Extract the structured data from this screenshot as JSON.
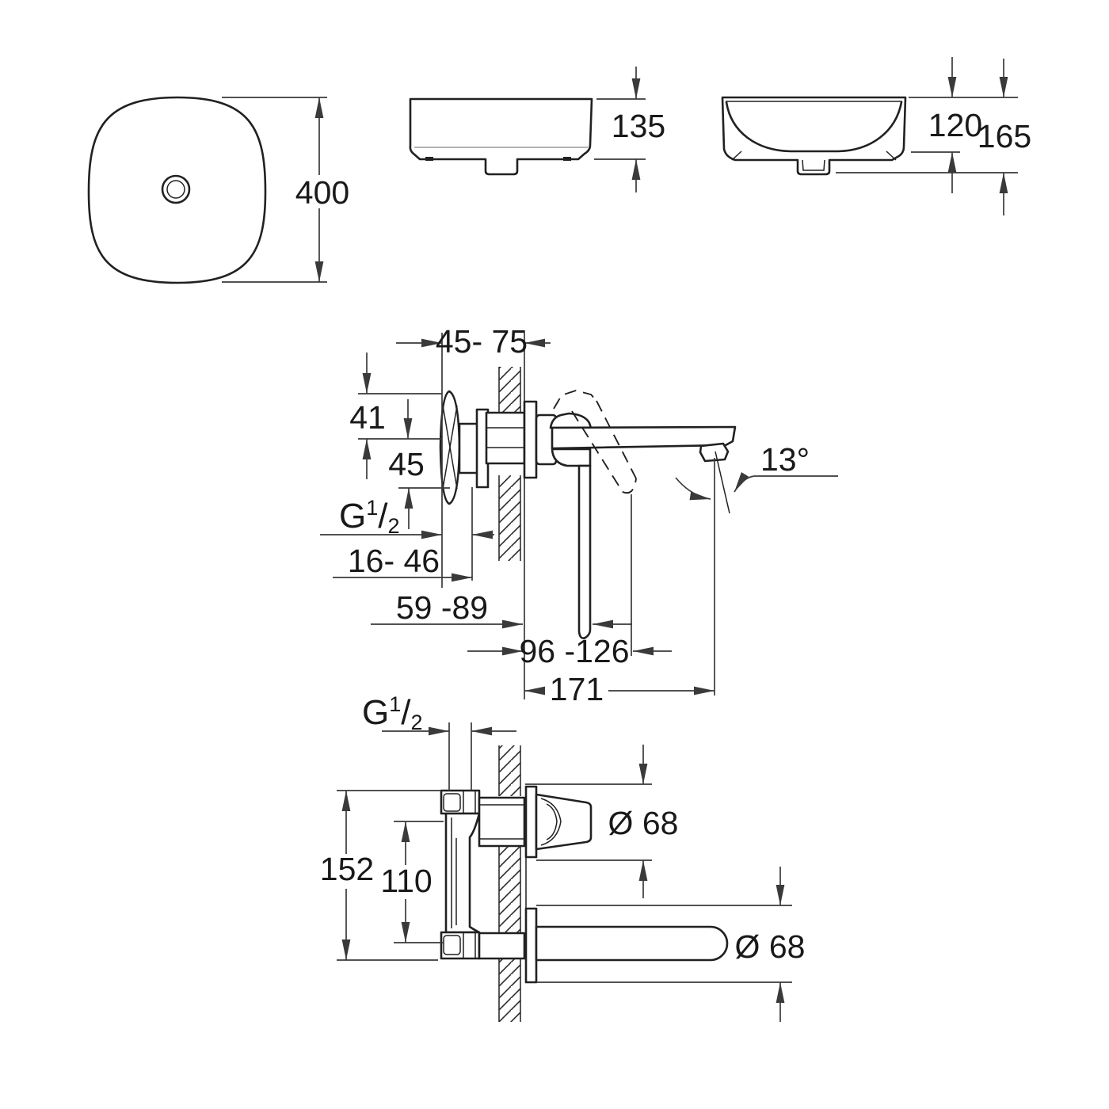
{
  "page": {
    "title": "Basin and wall-mixer installation dimensional drawing",
    "background": "#ffffff"
  },
  "colors": {
    "outline": "#212121",
    "dimension": "#3a3a3a",
    "faint_line": "#9a9a9a",
    "text": "#191919"
  },
  "views": {
    "basin_top": {
      "width": "400"
    },
    "basin_front": {
      "height": "135"
    },
    "basin_section": {
      "bowl_depth": "120",
      "overall_height": "165"
    },
    "mixer": {
      "wall_depth_range": "45- 75",
      "above_axis": "41",
      "below_axis": "45",
      "thread": {
        "g": "G",
        "num": "1",
        "slash": "/",
        "den": "2"
      },
      "range_short": "16- 46",
      "range_mid": "59 -89",
      "range_long": "96 -126",
      "spout_projection": "171",
      "spout_angle": "13°"
    },
    "rough": {
      "thread": {
        "g": "G",
        "num": "1",
        "slash": "/",
        "den": "2"
      },
      "overall_height": "152",
      "port_spacing": "110",
      "handle_escutcheon_dia": "Ø 68",
      "spout_escutcheon_dia": "Ø 68"
    }
  }
}
